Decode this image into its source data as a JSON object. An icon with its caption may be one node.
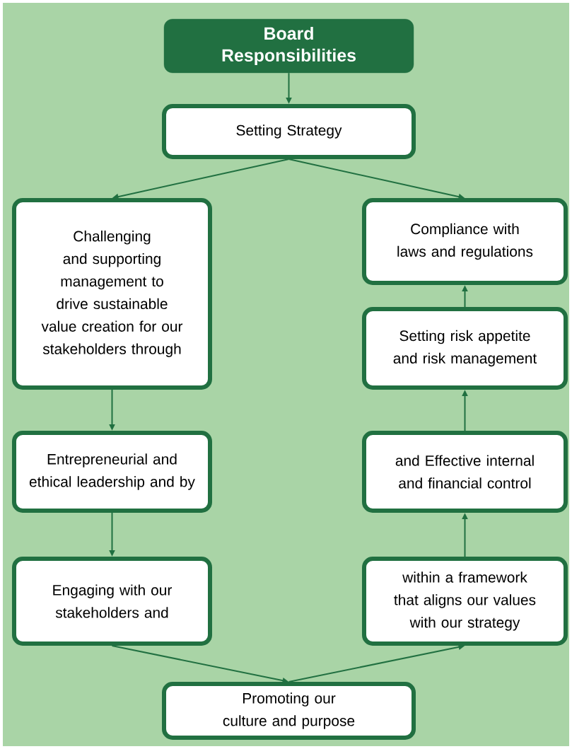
{
  "diagram": {
    "nodes": [
      {
        "text": [
          "Board Responsibilities"
        ]
      },
      {
        "text": [
          "Setting Strategy"
        ]
      },
      {
        "text": [
          "Challenging and supporting management to drive sustainable value creation for our stakeholders through"
        ]
      },
      {
        "text": [
          "Entrepreneurial and ethical leadership and by"
        ]
      },
      {
        "text": [
          "Engaging with our stakeholders and"
        ]
      },
      {
        "text": [
          "Promoting our culture and purpose"
        ]
      },
      {
        "text": [
          "Compliance with laws and regulations"
        ]
      },
      {
        "text": [
          "Setting risk appetite and risk management"
        ]
      },
      {
        "text": [
          "and Effective internal and financial control"
        ]
      },
      {
        "text": [
          "within a framework that aligns our values with our strategy"
        ]
      }
    ],
    "edges": [
      {
        "from": 0,
        "to": 1,
        "arrow": "to"
      },
      {
        "from": 1,
        "to": 2,
        "arrow": "to"
      },
      {
        "from": 1,
        "to": 6,
        "arrow": "to"
      },
      {
        "from": 2,
        "to": 3,
        "arrow": "to"
      },
      {
        "from": 3,
        "to": 4,
        "arrow": "to"
      },
      {
        "from": 4,
        "to": 5,
        "arrow": "to"
      },
      {
        "from": 5,
        "to": 9,
        "arrow": "to"
      },
      {
        "from": 9,
        "to": 8,
        "arrow": "to"
      },
      {
        "from": 8,
        "to": 7,
        "arrow": "to"
      },
      {
        "from": 7,
        "to": 6,
        "arrow": "to"
      }
    ]
  }
}
